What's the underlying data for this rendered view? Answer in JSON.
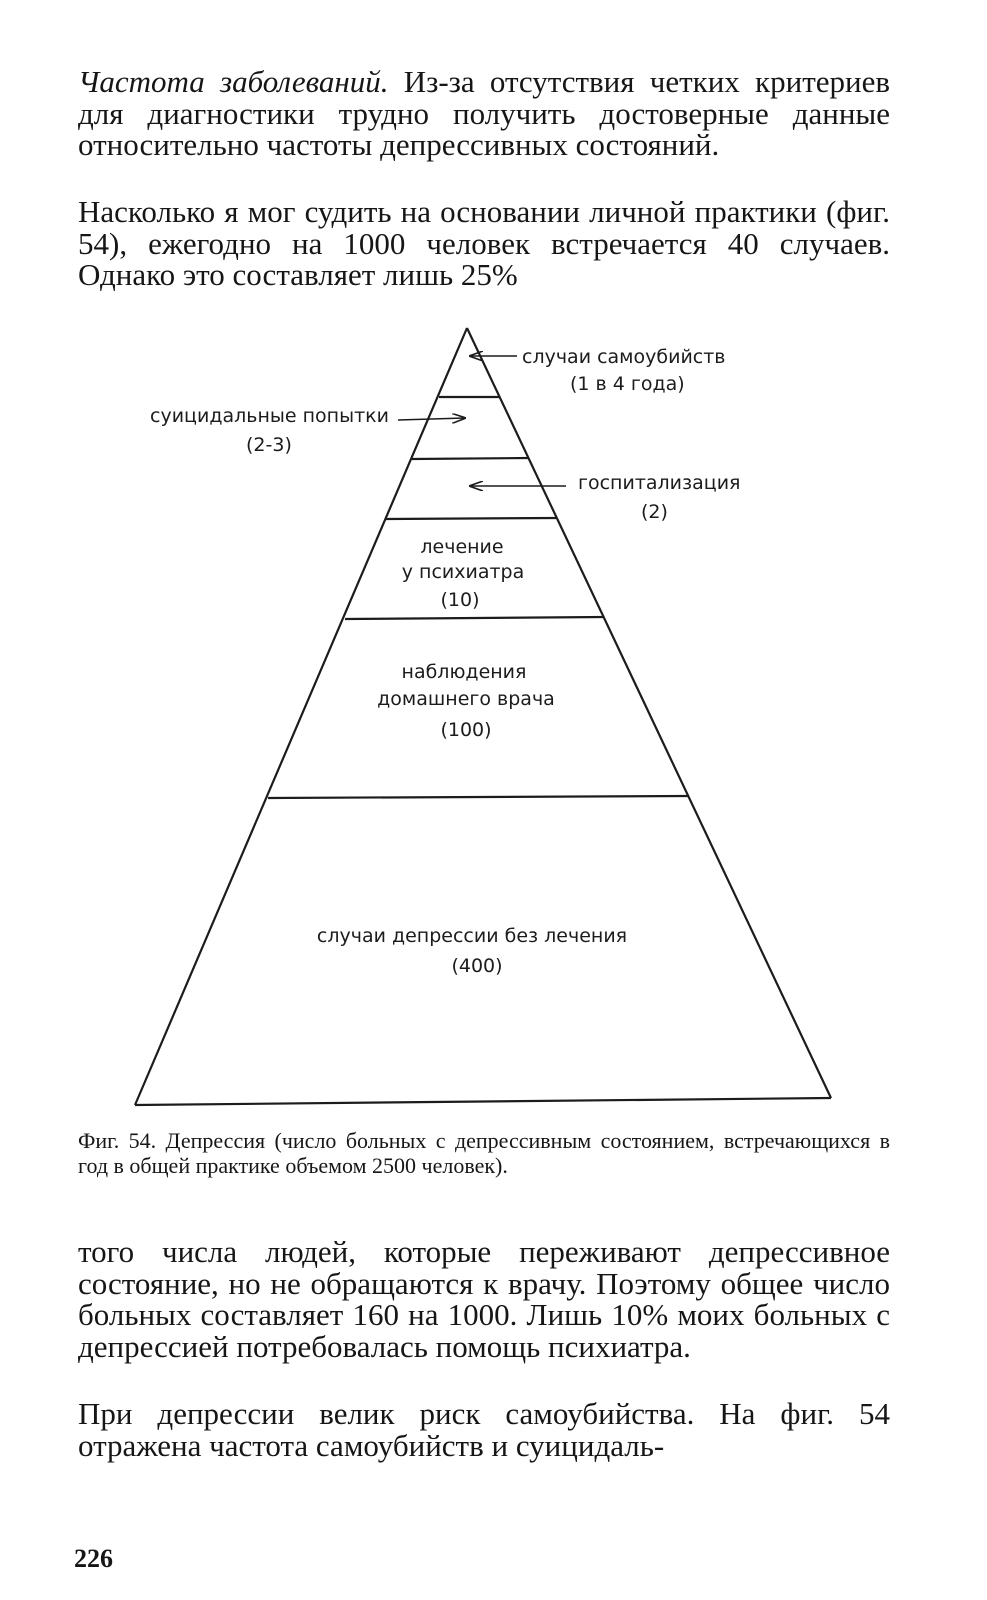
{
  "paragraphs": {
    "p1_lead": "Частота заболеваний.",
    "p1_rest": " Из-за отсутствия четких критериев для диагностики трудно получить достоверные данные относительно частоты депрессивных состояний.",
    "p2": "Насколько я мог судить на основании личной практики (фиг. 54), ежегодно на 1000 человек встречается 40 случаев. Однако это составляет лишь 25%",
    "p3": "того числа людей, которые переживают депрессивное состояние, но не обращаются к врачу. Поэтому общее число больных составляет 160 на 1000. Лишь 10% моих больных с депрессией потребовалась помощь психиатра.",
    "p4": "При депрессии велик риск самоубийства. На фиг. 54 отражена частота самоубийств и суицидаль-"
  },
  "figure": {
    "labels": {
      "suicides": "случаи самоубийств",
      "suicides_value": "(1 в 4 года)",
      "attempts": "суицидальные попытки",
      "attempts_value": "(2-3)",
      "hospital": "госпитализация",
      "hospital_value": "(2)",
      "psych_line1": "лечение",
      "psych_line2": "у психиатра",
      "psych_value": "(10)",
      "gp_line1": "наблюдения",
      "gp_line2": "домашнего врача",
      "gp_value": "(100)",
      "untreated": "случаи депрессии без лечения",
      "untreated_value": "(400)"
    },
    "caption": "Фиг. 54. Депрессия (число больных с депрессивным состоянием, встречающихся в год в общей практике объемом 2500 человек)."
  },
  "page_number": "226"
}
